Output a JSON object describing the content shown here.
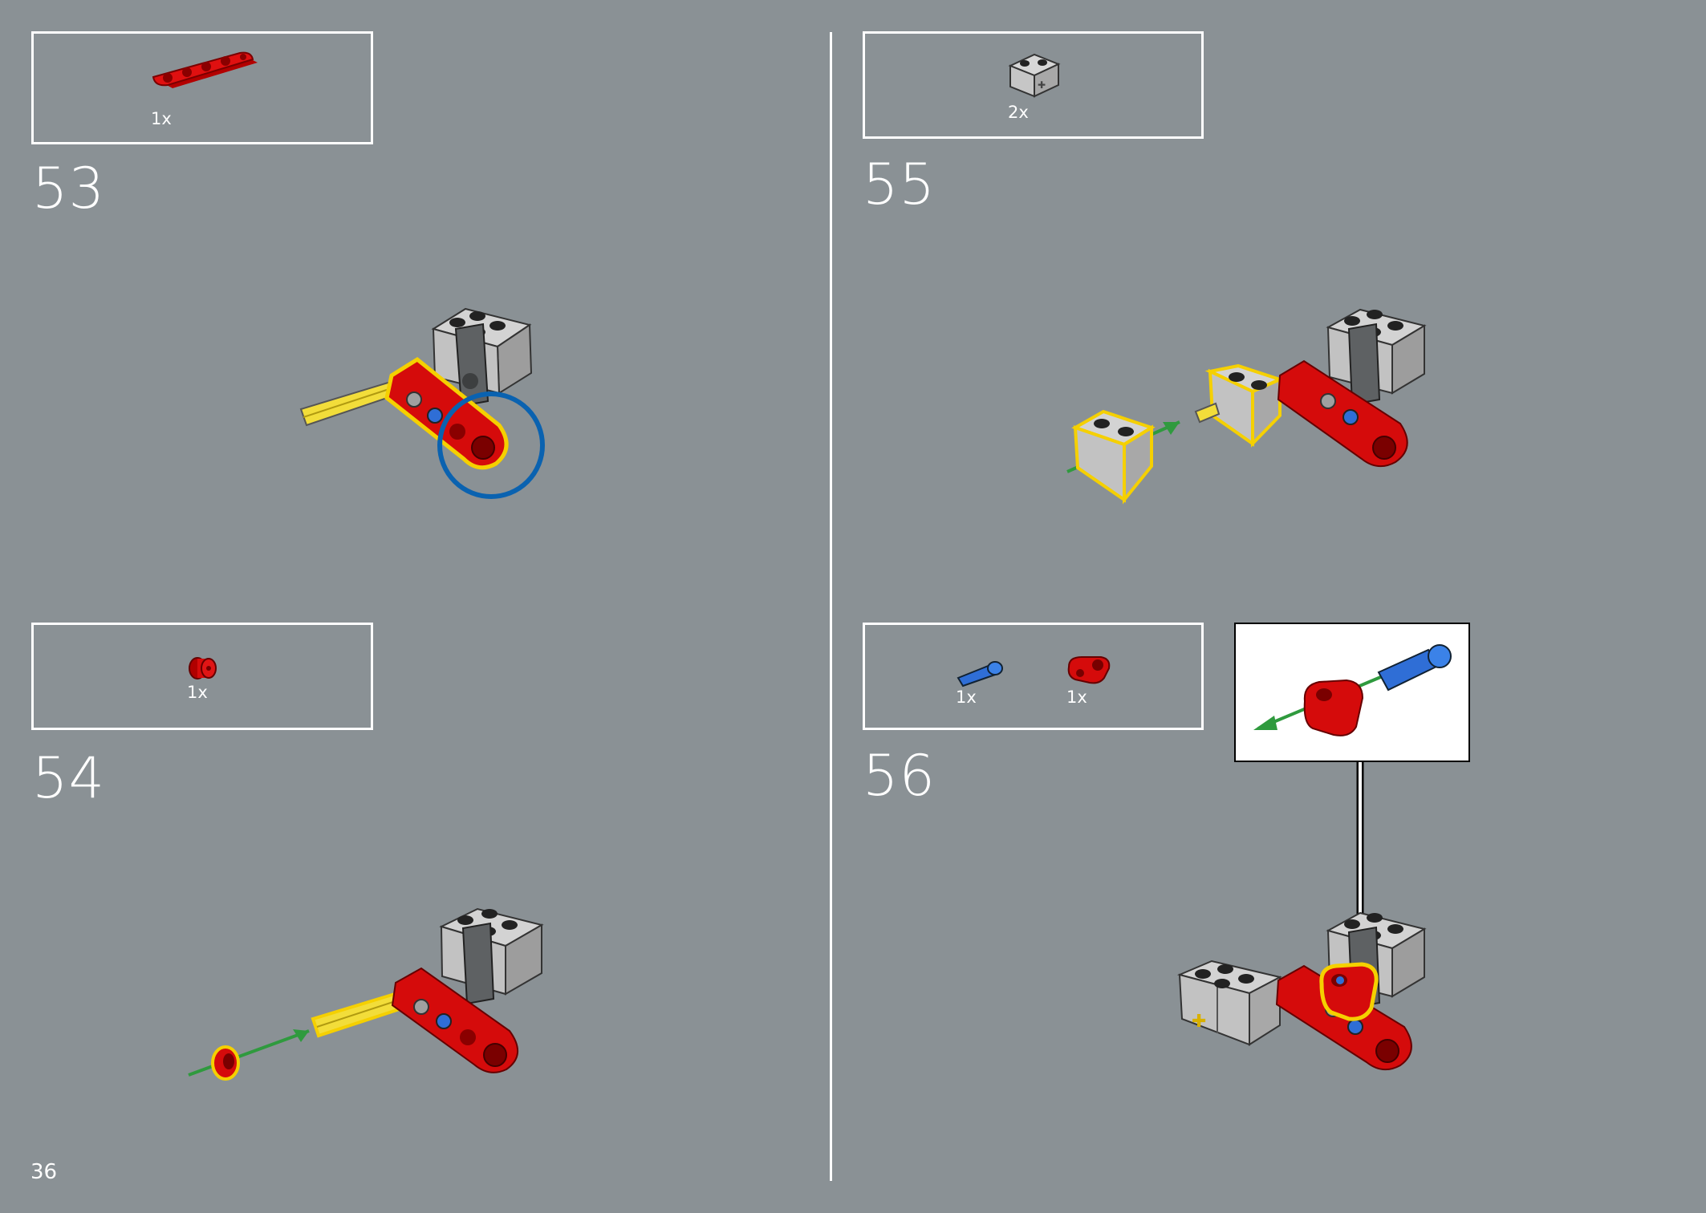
{
  "page_number": "36",
  "steps": [
    {
      "number": "53",
      "parts": [
        {
          "qty": "1x",
          "part_icon": "red-technic-beam-icon"
        }
      ]
    },
    {
      "number": "54",
      "parts": [
        {
          "qty": "1x",
          "part_icon": "red-bush-icon"
        }
      ]
    },
    {
      "number": "55",
      "parts": [
        {
          "qty": "2x",
          "part_icon": "grey-technic-brick-icon"
        }
      ]
    },
    {
      "number": "56",
      "parts": [
        {
          "qty": "1x",
          "part_icon": "blue-axle-pin-icon"
        },
        {
          "qty": "1x",
          "part_icon": "red-pin-connector-icon"
        }
      ]
    }
  ],
  "colors": {
    "background": "#8a9195",
    "highlight": "#f5d000",
    "red": "#d50b0b",
    "yellow_axle": "#f2dd3a",
    "light_grey": "#c8c8c8",
    "dark_grey": "#5e6163",
    "blue_circle": "#0a62b0",
    "arrow_green": "#2f9a3e",
    "blue_part": "#2f6ed6"
  }
}
